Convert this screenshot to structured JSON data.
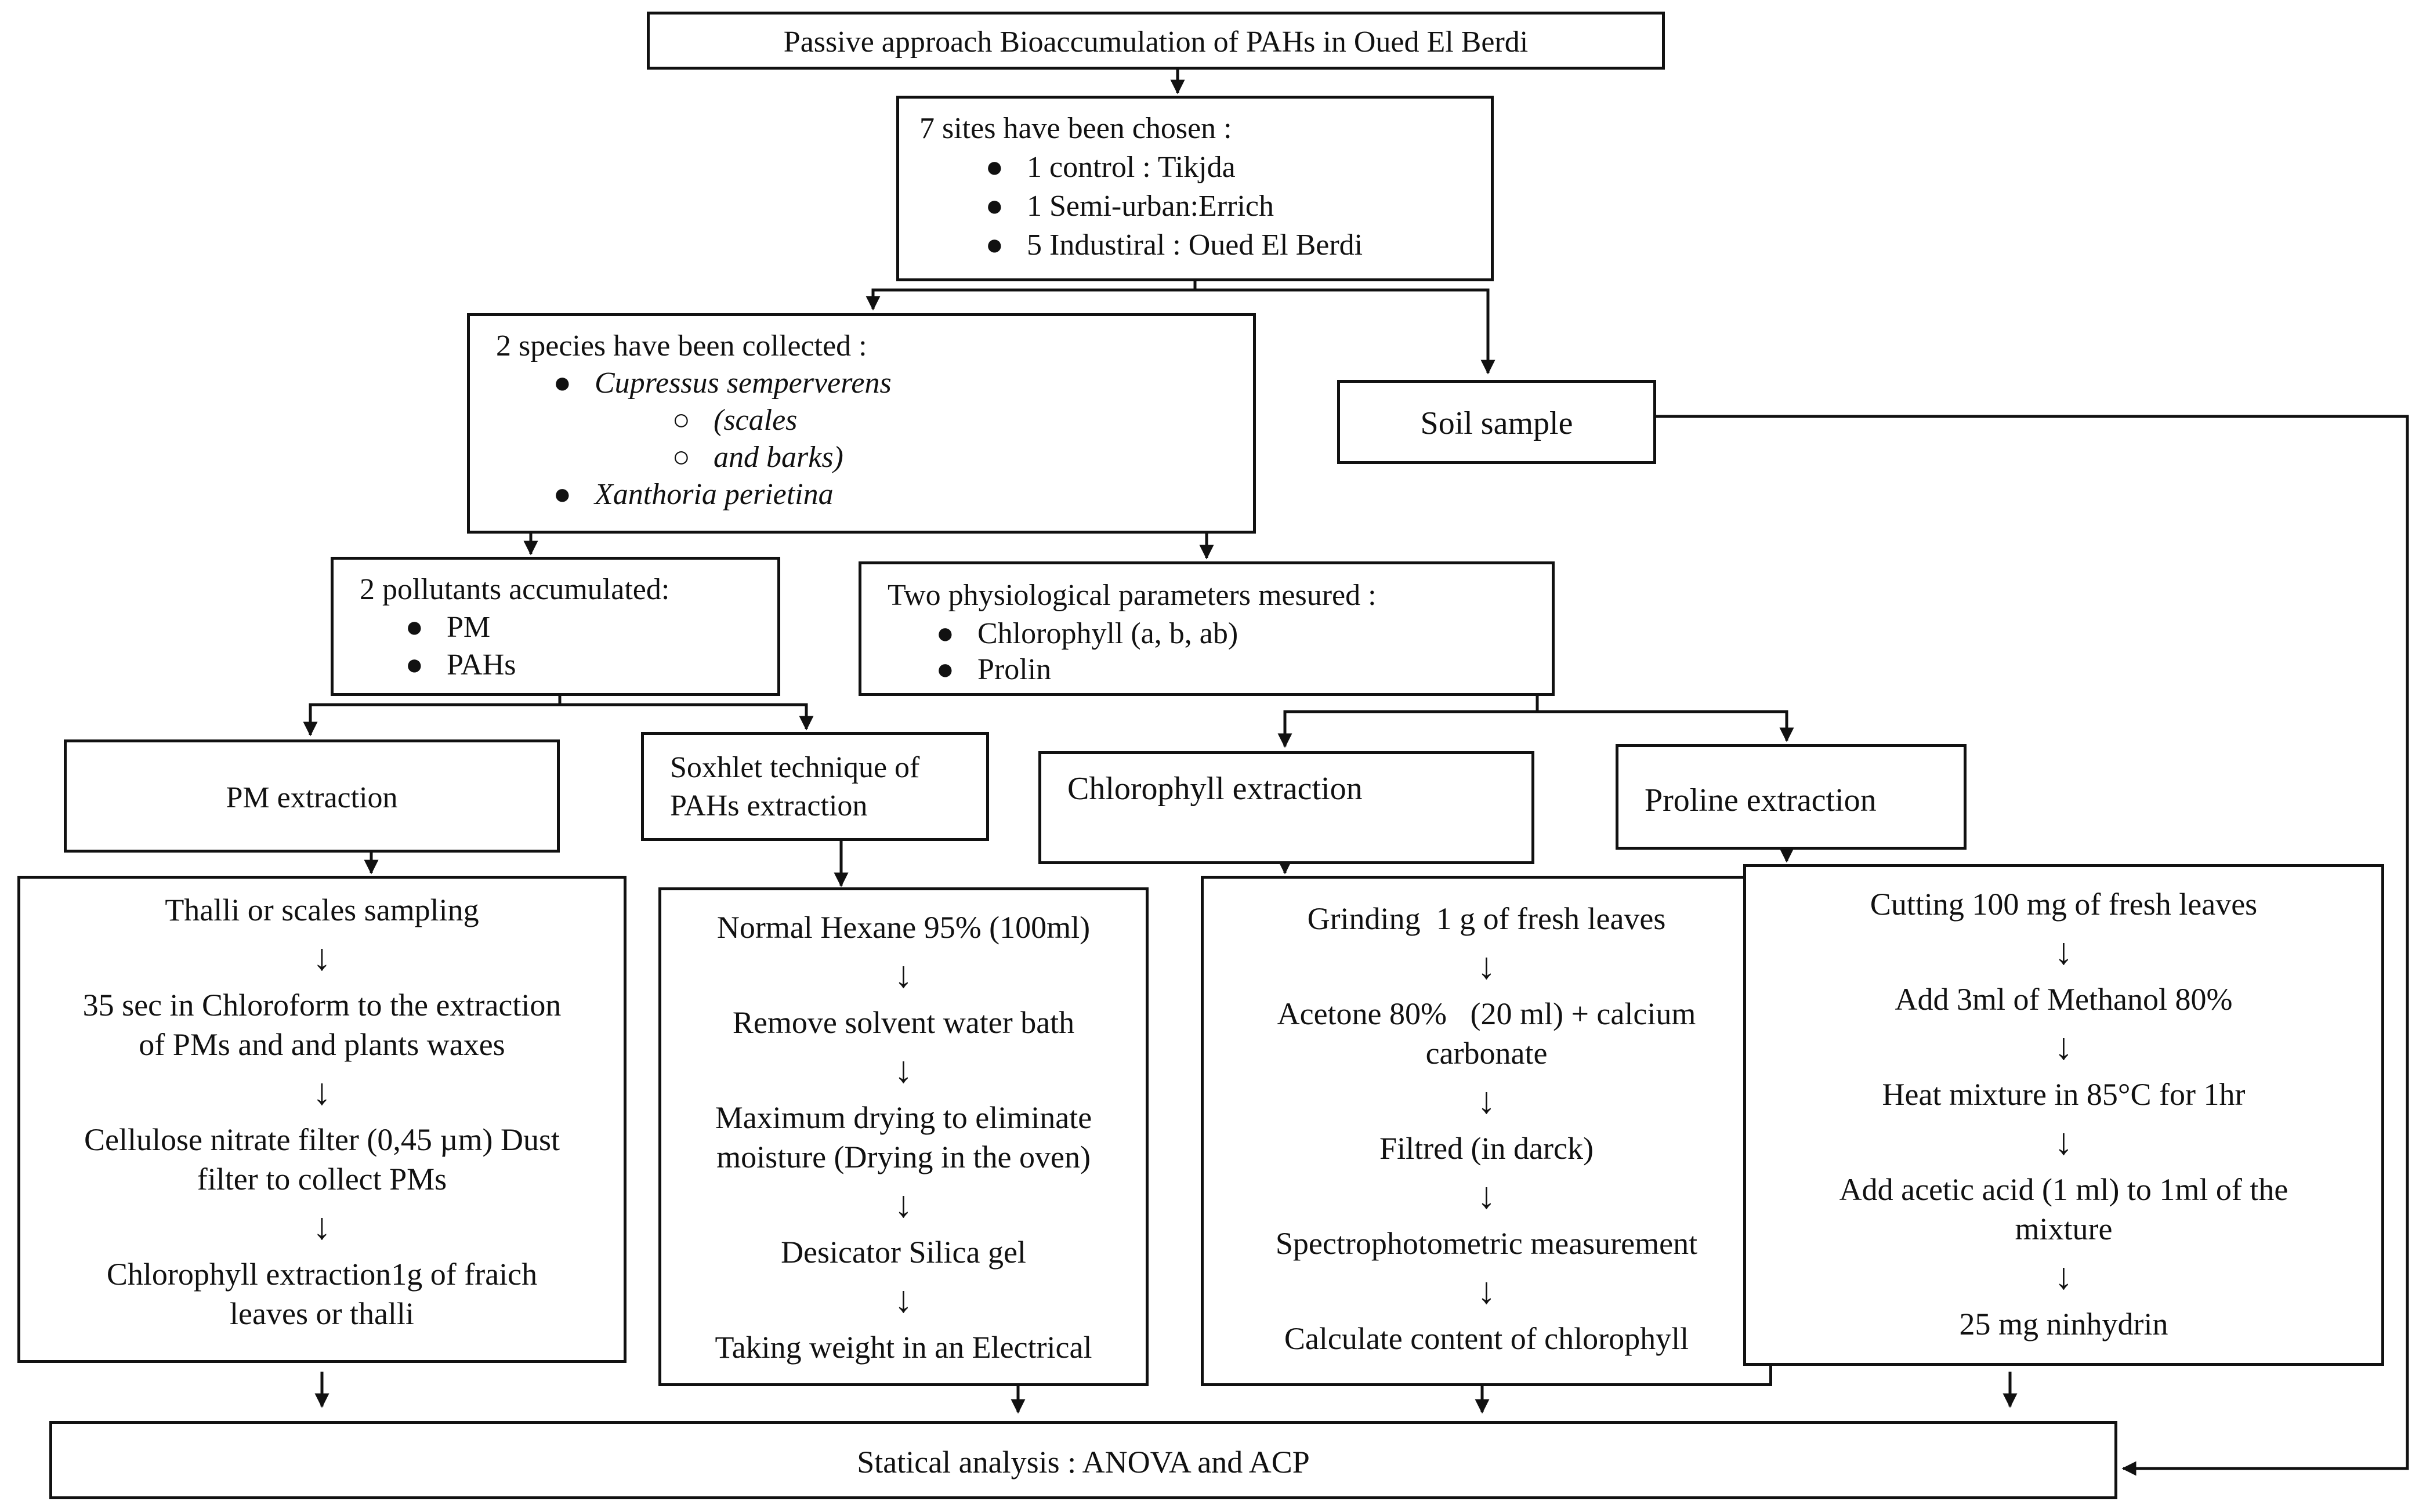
{
  "title": "Passive approach Bioaccumulation of PAHs in Oued El Berdi",
  "sites": {
    "heading": "7 sites have been chosen :",
    "items": [
      "1 control : Tikjda",
      "1 Semi-urban:Errich",
      "5 Industiral : Oued El Berdi"
    ]
  },
  "species": {
    "heading": "2 species have been collected :",
    "item1": "Cupressus semperverens",
    "sub1": "(scales",
    "sub2": "and barks)",
    "item2": "Xanthoria perietina"
  },
  "soil": "Soil sample",
  "pollutants": {
    "heading": "2 pollutants accumulated:",
    "items": [
      "PM",
      "PAHs"
    ]
  },
  "physio": {
    "heading": "Two physiological parameters mesured :",
    "items": [
      "Chlorophyll (a, b, ab)",
      "Prolin"
    ]
  },
  "pm_extraction": {
    "title": "PM extraction",
    "steps": [
      "Thalli or scales sampling",
      "35 sec in Chloroform to the extraction\nof PMs and and plants waxes",
      "Cellulose nitrate filter (0,45 µm) Dust\nfilter to collect PMs",
      "Chlorophyll extraction1g of fraich\nleaves or thalli"
    ]
  },
  "soxhlet": {
    "title": "Soxhlet technique of\nPAHs extraction",
    "steps": [
      "Normal Hexane 95% (100ml)",
      "Remove solvent water bath",
      "Maximum drying to eliminate\nmoisture (Drying in the oven)",
      "Desicator Silica gel",
      "Taking weight in an Electrical"
    ]
  },
  "chlorophyll": {
    "title": "Chlorophyll extraction",
    "steps": [
      "Grinding  1 g of fresh leaves",
      "Acetone 80%   (20 ml) + calcium\ncarbonate",
      "Filtred (in darck)",
      "Spectrophotometric measurement",
      "Calculate content of chlorophyll"
    ]
  },
  "proline": {
    "title": "Proline extraction",
    "steps": [
      "Cutting 100 mg of fresh leaves",
      "Add 3ml of Methanol 80%",
      "Heat mixture in 85°C for 1hr",
      "Add acetic acid (1 ml) to 1ml of the\nmixture",
      "25 mg ninhydrin"
    ]
  },
  "statistics": "Statical analysis : ANOVA and ACP",
  "glyphs": {
    "bullet": "●",
    "ring": "○",
    "arrow": "↓"
  },
  "colors": {
    "stroke": "#111111",
    "background": "#ffffff"
  }
}
